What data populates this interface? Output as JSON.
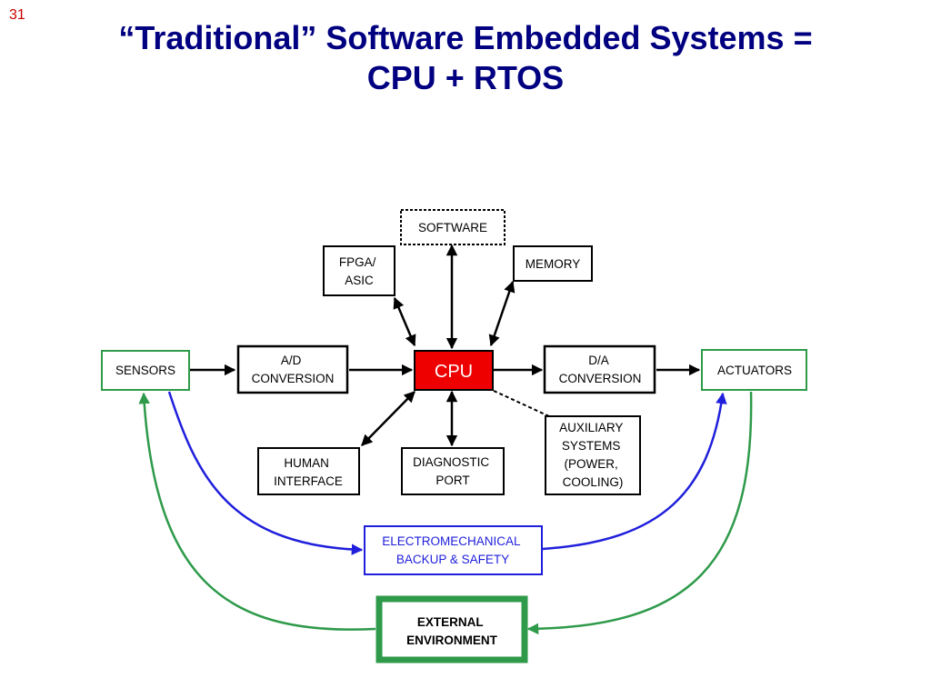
{
  "slide_number": "31",
  "title": {
    "line1": "“Traditional” Software Embedded Systems =",
    "line2": "CPU + RTOS"
  },
  "colors": {
    "title": "#000080",
    "slide_number": "#cc0000",
    "cpu_fill": "#ee0000",
    "green": "#2e9a4a",
    "blue": "#1f1fdc",
    "black": "#000000"
  },
  "diagram": {
    "software": [
      "SOFTWARE"
    ],
    "fpga": [
      "FPGA/",
      "ASIC"
    ],
    "memory": [
      "MEMORY"
    ],
    "sensors": [
      "SENSORS"
    ],
    "ad": [
      "A/D",
      "CONVERSION"
    ],
    "cpu": [
      "CPU"
    ],
    "da": [
      "D/A",
      "CONVERSION"
    ],
    "actuators": [
      "ACTUATORS"
    ],
    "human": [
      "HUMAN",
      "INTERFACE"
    ],
    "diagnostic": [
      "DIAGNOSTIC",
      "PORT"
    ],
    "auxiliary": [
      "AUXILIARY",
      "SYSTEMS",
      "(POWER,",
      "COOLING)"
    ],
    "electro": [
      "ELECTROMECHANICAL",
      "BACKUP & SAFETY"
    ],
    "external": [
      "EXTERNAL",
      "ENVIRONMENT"
    ]
  }
}
